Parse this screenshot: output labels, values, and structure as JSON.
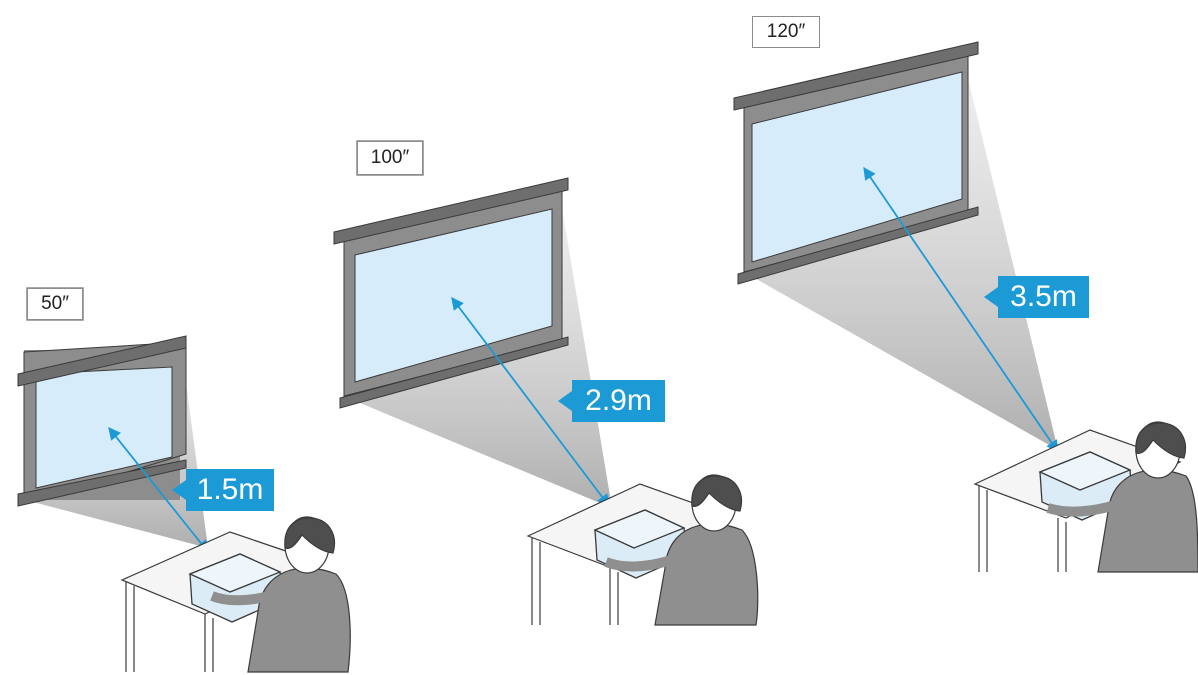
{
  "scenes": [
    {
      "size_label": "50″",
      "distance_label": "1.5m"
    },
    {
      "size_label": "100″",
      "distance_label": "2.9m"
    },
    {
      "size_label": "120″",
      "distance_label": "3.5m"
    }
  ],
  "colors": {
    "screen_fill": "#d6ecfa",
    "screen_frame": "#8d8d8d",
    "roller": "#6e6e6e",
    "beam": "#b9b9b9",
    "arrow": "#1c9ad6",
    "label_bg": "#1c9ad6",
    "person_body": "#8f8f8f",
    "hair": "#4e4e4e",
    "table_top": "#f5f5f5",
    "outline": "#3a3a3a"
  }
}
